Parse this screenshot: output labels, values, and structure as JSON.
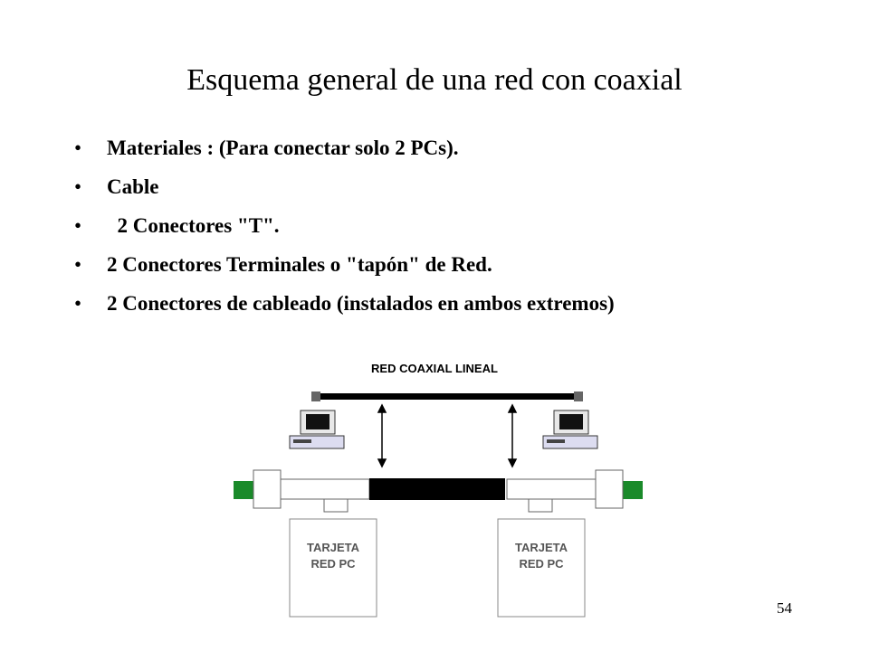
{
  "slide": {
    "title": "Esquema general de una red con coaxial",
    "page_number": "54"
  },
  "bullets": [
    "Materiales : (Para conectar solo 2 PCs).",
    "Cable",
    "  2 Conectores \"T\".",
    "2 Conectores Terminales o \"tapón\" de Red.",
    "2 Conectores de cableado  (instalados en ambos extremos)"
  ],
  "diagram": {
    "heading": "RED COAXIAL LINEAL",
    "card_left": [
      "TARJETA",
      "RED PC"
    ],
    "card_right": [
      "TARJETA",
      "RED PC"
    ],
    "colors": {
      "terminator": "#1a8a2a",
      "cable": "#000000",
      "line": "#555555"
    }
  }
}
